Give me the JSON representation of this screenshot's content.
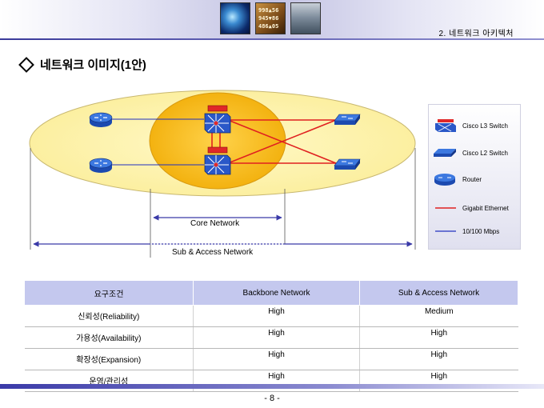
{
  "header": {
    "section": "2. 네트워크 아키텍처",
    "photo_numbers": [
      "998▲56",
      "945▼86",
      "486▲05"
    ]
  },
  "title": "네트워크 이미지(1안)",
  "diagram": {
    "core_label": "Core Network",
    "sub_label": "Sub & Access Network"
  },
  "legend": {
    "items": [
      {
        "icon": "l3-switch-icon",
        "label": "Cisco L3 Switch"
      },
      {
        "icon": "l2-switch-icon",
        "label": "Cisco L2 Switch"
      },
      {
        "icon": "router-icon",
        "label": "Router"
      },
      {
        "icon": "gigabit-line",
        "label": "Gigabit  Ethernet"
      },
      {
        "icon": "fast-ethernet-line",
        "label": "10/100 Mbps"
      }
    ],
    "colors": {
      "gigabit": "#e02020",
      "fast": "#2030c0"
    }
  },
  "table": {
    "headers": [
      "요구조건",
      "Backbone Network",
      "Sub & Access Network"
    ],
    "rows": [
      [
        "신뢰성(Reliability)",
        "High",
        "Medium"
      ],
      [
        "가용성(Availability)",
        "High",
        "High"
      ],
      [
        "확장성(Expansion)",
        "High",
        "High"
      ],
      [
        "운영/관리성",
        "High",
        "High"
      ]
    ]
  },
  "footer": {
    "page": "- 8 -"
  }
}
